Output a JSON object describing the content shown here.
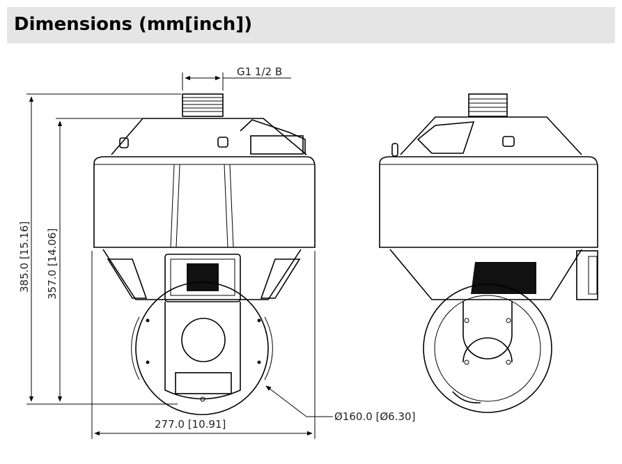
{
  "header": {
    "title": "Dimensions (mm[inch])"
  },
  "dimensions": {
    "thread": "G1 1/2 B",
    "height_total": "385.0 [15.16]",
    "height_body": "357.0 [14.06]",
    "width": "277.0 [10.91]",
    "diameter": "Ø160.0 [Ø6.30]"
  }
}
